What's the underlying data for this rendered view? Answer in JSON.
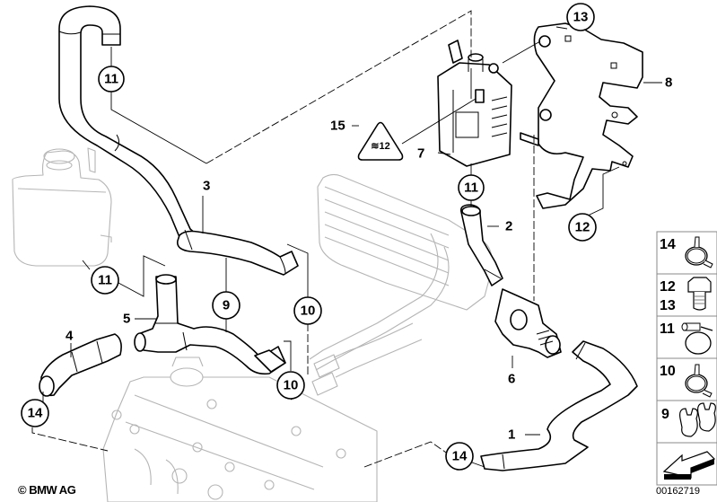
{
  "diagram": {
    "title": "Cooling system / water hoses parts diagram",
    "copyright": "© BMW AG",
    "diagram_id": "00162719",
    "callouts": [
      {
        "id": "callout-11-top",
        "label": "11",
        "circled": true
      },
      {
        "id": "callout-13",
        "label": "13",
        "circled": true
      },
      {
        "id": "callout-8",
        "label": "8",
        "circled": false
      },
      {
        "id": "callout-15",
        "label": "15",
        "circled": false
      },
      {
        "id": "callout-7",
        "label": "7",
        "circled": false
      },
      {
        "id": "callout-11-valve",
        "label": "11",
        "circled": true
      },
      {
        "id": "callout-12",
        "label": "12",
        "circled": true
      },
      {
        "id": "callout-2",
        "label": "2",
        "circled": false
      },
      {
        "id": "callout-3",
        "label": "3",
        "circled": false
      },
      {
        "id": "callout-11-tank",
        "label": "11",
        "circled": true
      },
      {
        "id": "callout-9",
        "label": "9",
        "circled": true
      },
      {
        "id": "callout-10-upper",
        "label": "10",
        "circled": true
      },
      {
        "id": "callout-5",
        "label": "5",
        "circled": false
      },
      {
        "id": "callout-4",
        "label": "4",
        "circled": false
      },
      {
        "id": "callout-10-lower",
        "label": "10",
        "circled": true
      },
      {
        "id": "callout-14-left",
        "label": "14",
        "circled": true
      },
      {
        "id": "callout-6",
        "label": "6",
        "circled": false
      },
      {
        "id": "callout-1",
        "label": "1",
        "circled": false
      },
      {
        "id": "callout-14-bottom",
        "label": "14",
        "circled": true
      }
    ],
    "warning_symbol": "hot-surface-warning"
  },
  "legend": {
    "items": [
      {
        "numbers": [
          "14"
        ],
        "icon": "spring-hose-clamp-icon"
      },
      {
        "numbers": [
          "12",
          "13"
        ],
        "icon": "hex-bolt-icon"
      },
      {
        "numbers": [
          "11"
        ],
        "icon": "worm-drive-hose-clamp-icon"
      },
      {
        "numbers": [
          "10"
        ],
        "icon": "spring-hose-clamp-icon"
      },
      {
        "numbers": [
          "9"
        ],
        "icon": "double-hose-clip-icon"
      },
      {
        "numbers": [],
        "icon": "direction-arrow-icon"
      }
    ]
  }
}
